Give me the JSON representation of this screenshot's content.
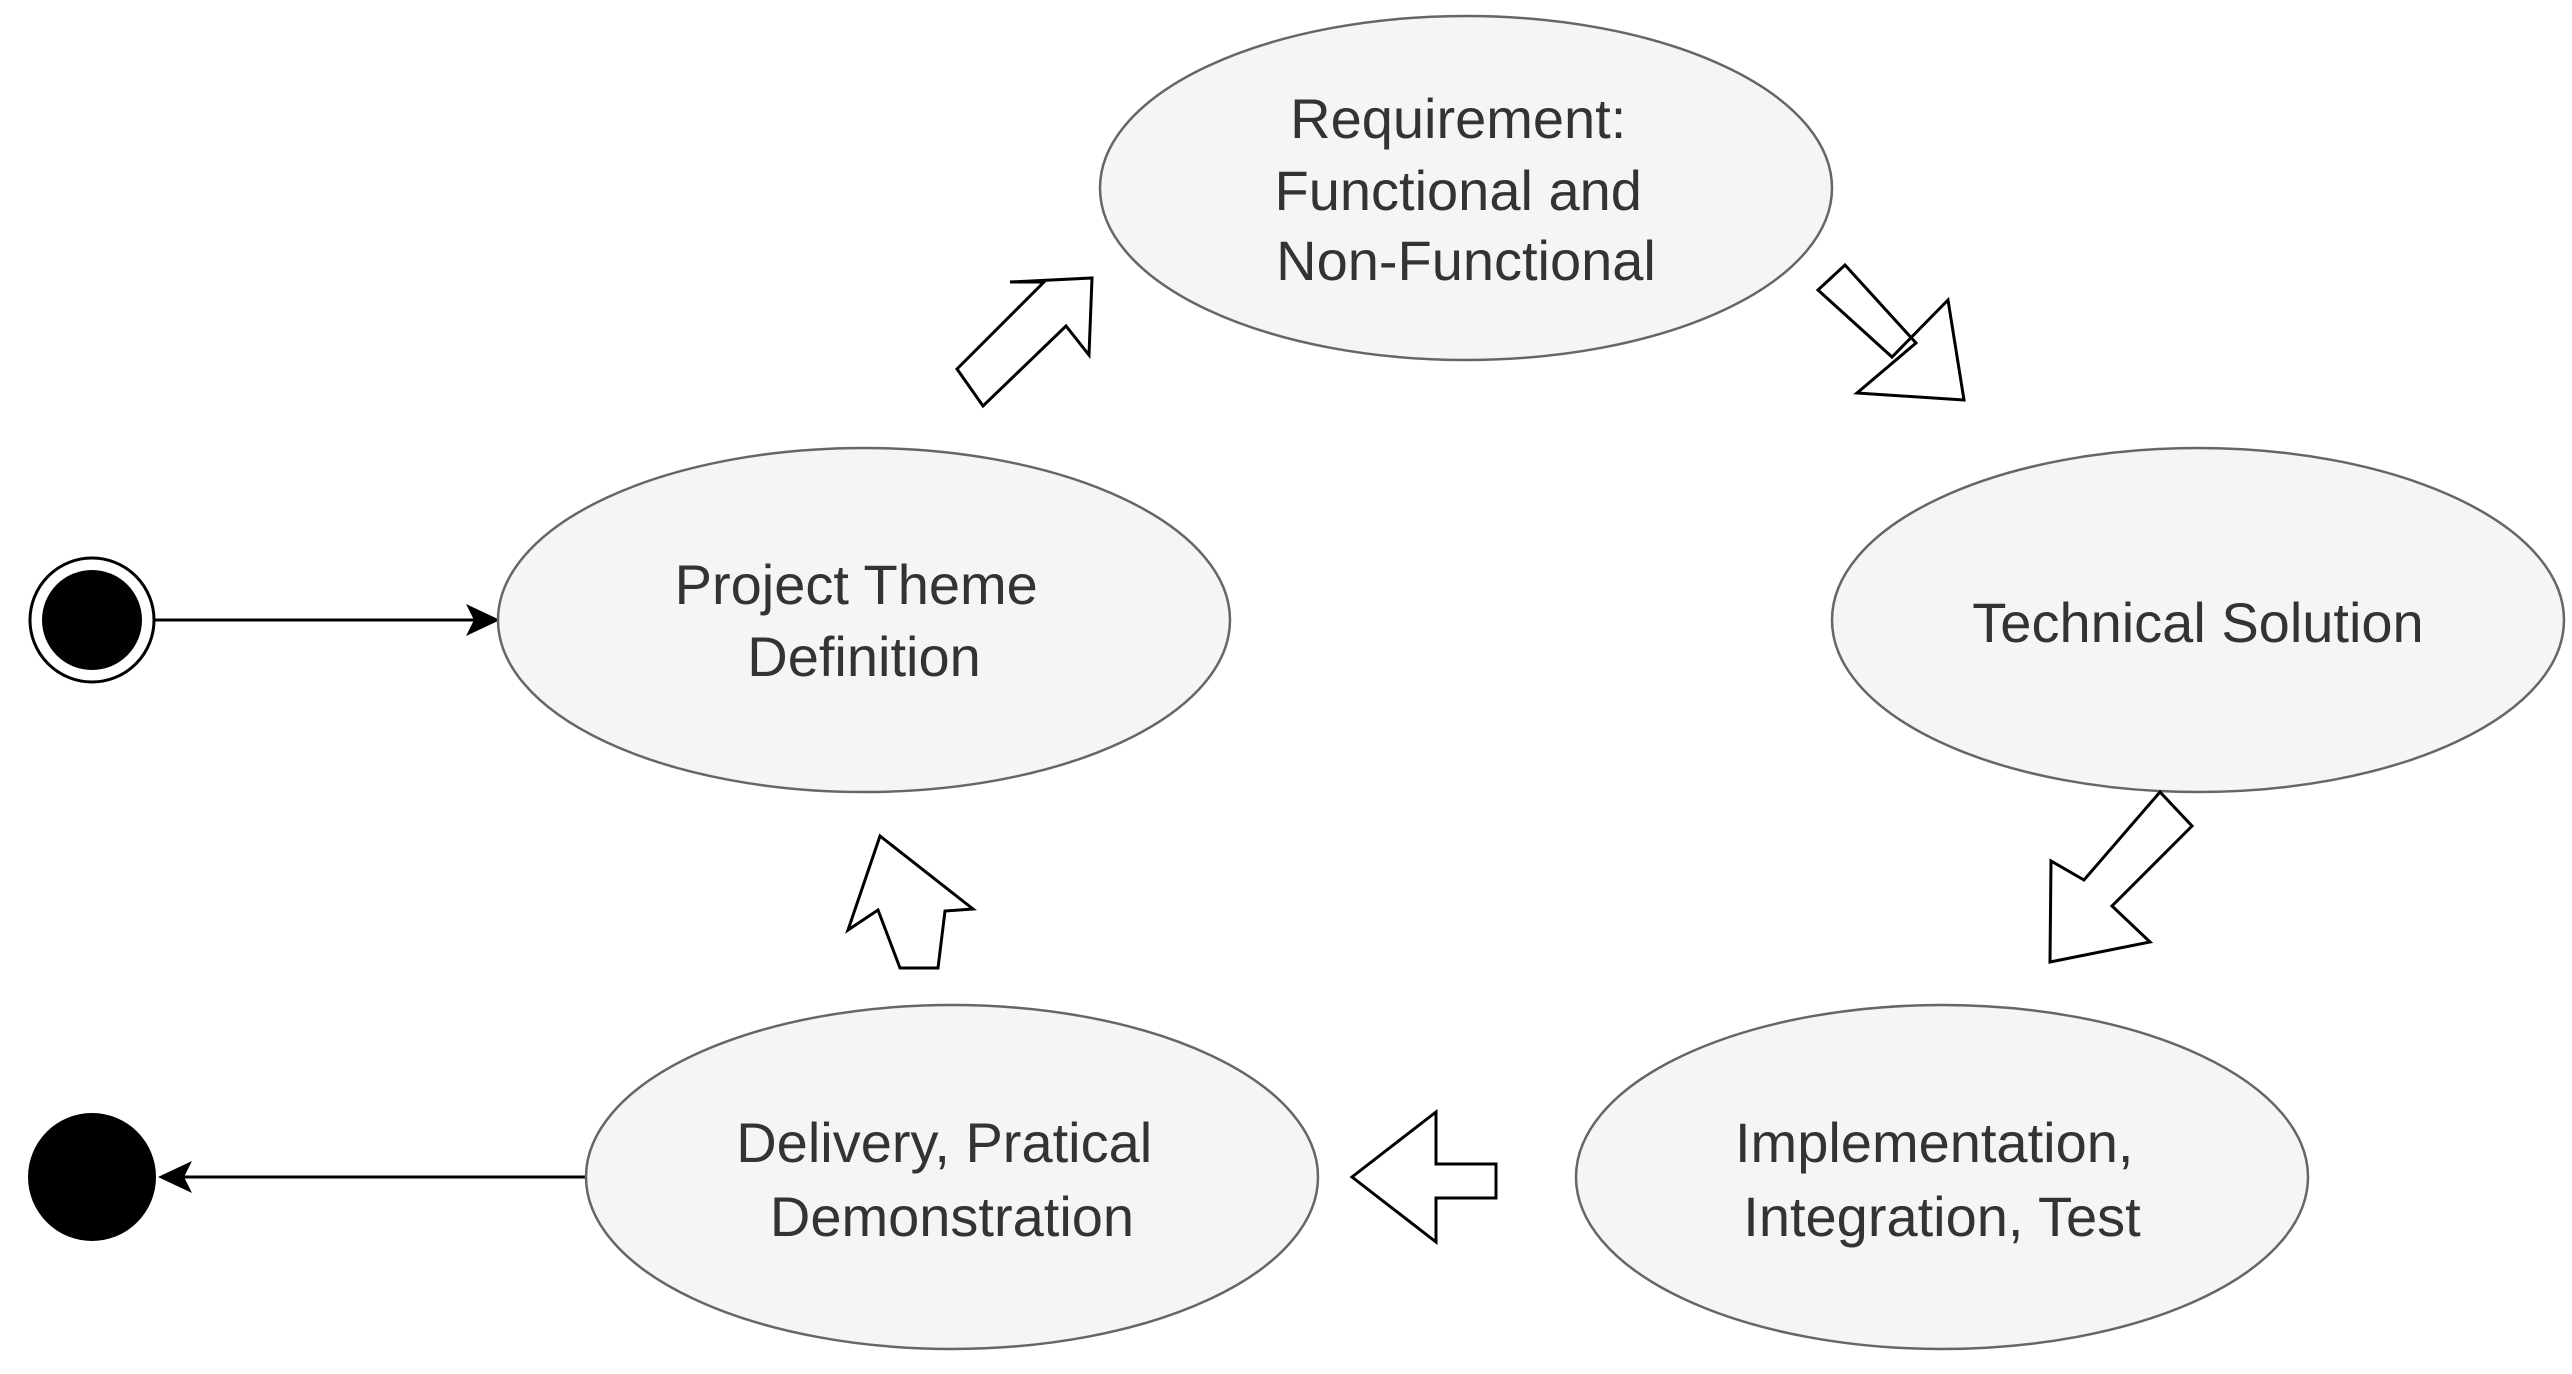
{
  "diagram": {
    "nodes": {
      "project": {
        "lines": [
          "Project Theme",
          "Definition"
        ]
      },
      "requirement": {
        "lines": [
          "Requirement:",
          "Functional and",
          "Non-Functional"
        ]
      },
      "technical": {
        "lines": [
          "Technical Solution"
        ]
      },
      "implementation": {
        "lines": [
          "Implementation,",
          "Integration, Test"
        ]
      },
      "delivery": {
        "lines": [
          "Delivery, Pratical",
          "Demonstration"
        ]
      }
    },
    "flow": [
      "start to project",
      "project to requirement",
      "requirement to technical",
      "technical to implementation",
      "implementation to delivery",
      "delivery to project",
      "delivery to end"
    ],
    "colors": {
      "node_fill": "#f5f5f5",
      "node_stroke": "#666666",
      "text": "#333333",
      "arrow_fill": "#ffffff",
      "line": "#000000"
    }
  }
}
